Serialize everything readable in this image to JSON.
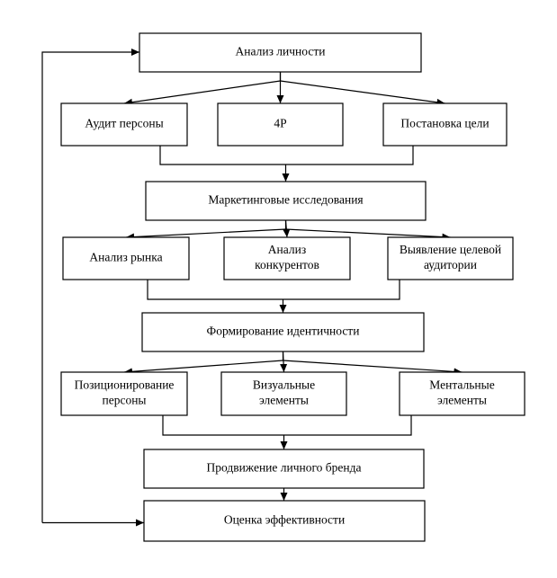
{
  "nodes": [
    {
      "id": "analiz-lichnosti",
      "lines": [
        "Анализ личности"
      ]
    },
    {
      "id": "audit-persony",
      "lines": [
        "Аудит персоны"
      ]
    },
    {
      "id": "4p",
      "lines": [
        "4P"
      ]
    },
    {
      "id": "postanovka-celi",
      "lines": [
        "Постановка цели"
      ]
    },
    {
      "id": "marketing",
      "lines": [
        "Маркетинговые исследования"
      ]
    },
    {
      "id": "analiz-rynka",
      "lines": [
        "Анализ рынка"
      ]
    },
    {
      "id": "analiz-konkurentov",
      "lines": [
        "Анализ",
        "конкурентов"
      ]
    },
    {
      "id": "vyyavlenie-auditorii",
      "lines": [
        "Выявление целевой",
        "аудитории"
      ]
    },
    {
      "id": "formirovanie",
      "lines": [
        "Формирование идентичности"
      ]
    },
    {
      "id": "pozicionirovanie",
      "lines": [
        "Позиционирование",
        "персоны"
      ]
    },
    {
      "id": "vizualnye",
      "lines": [
        "Визуальные",
        "элементы"
      ]
    },
    {
      "id": "mentalnye",
      "lines": [
        "Ментальные",
        "элементы"
      ]
    },
    {
      "id": "prodvizhenie",
      "lines": [
        "Продвижение личного бренда"
      ]
    },
    {
      "id": "ocenka",
      "lines": [
        "Оценка эффективности"
      ]
    }
  ],
  "edges": [
    {
      "from": "analiz-lichnosti",
      "to": "audit-persony"
    },
    {
      "from": "analiz-lichnosti",
      "to": "4p"
    },
    {
      "from": "analiz-lichnosti",
      "to": "postanovka-celi"
    },
    {
      "from": "audit-persony",
      "to": "marketing"
    },
    {
      "from": "4p",
      "to": "marketing"
    },
    {
      "from": "postanovka-celi",
      "to": "marketing"
    },
    {
      "from": "marketing",
      "to": "analiz-rynka"
    },
    {
      "from": "marketing",
      "to": "analiz-konkurentov"
    },
    {
      "from": "marketing",
      "to": "vyyavlenie-auditorii"
    },
    {
      "from": "analiz-rynka",
      "to": "formirovanie"
    },
    {
      "from": "analiz-konkurentov",
      "to": "formirovanie"
    },
    {
      "from": "vyyavlenie-auditorii",
      "to": "formirovanie"
    },
    {
      "from": "formirovanie",
      "to": "pozicionirovanie"
    },
    {
      "from": "formirovanie",
      "to": "vizualnye"
    },
    {
      "from": "formirovanie",
      "to": "mentalnye"
    },
    {
      "from": "pozicionirovanie",
      "to": "prodvizhenie"
    },
    {
      "from": "vizualnye",
      "to": "prodvizhenie"
    },
    {
      "from": "mentalnye",
      "to": "prodvizhenie"
    },
    {
      "from": "prodvizhenie",
      "to": "ocenka"
    },
    {
      "from": "ocenka",
      "to": "analiz-lichnosti",
      "kind": "feedback"
    }
  ],
  "colors": {
    "stroke": "#000000",
    "fill": "#ffffff",
    "text": "#000000"
  }
}
